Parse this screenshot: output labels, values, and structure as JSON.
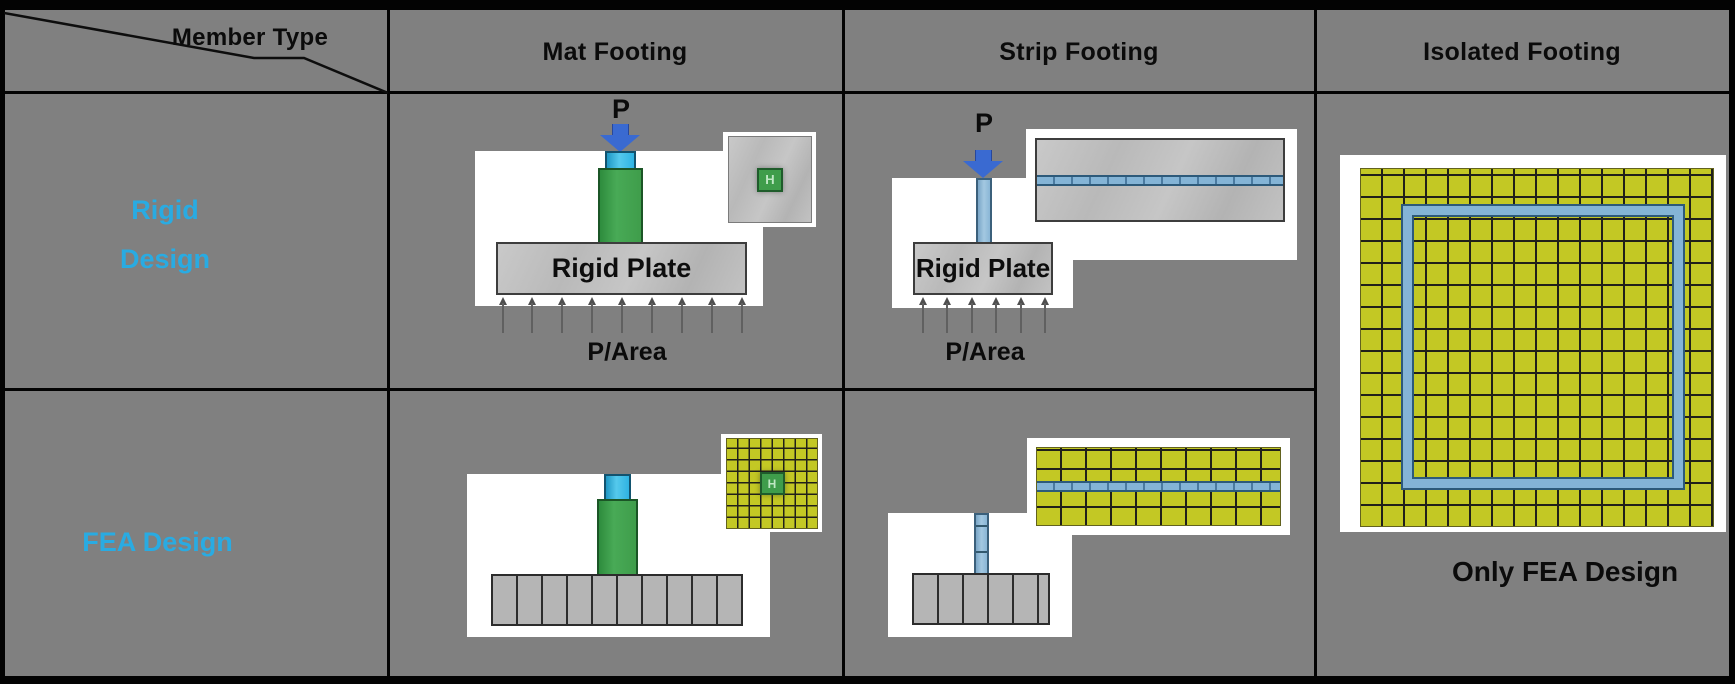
{
  "table": {
    "corner": {
      "label": "Member Type"
    },
    "columns": [
      {
        "label": "Mat Footing"
      },
      {
        "label": "Strip Footing"
      },
      {
        "label": "Isolated Footing"
      }
    ],
    "rows": [
      {
        "line1": "Rigid",
        "line2": "Design"
      },
      {
        "label": "FEA Design"
      }
    ]
  },
  "cells": {
    "mat_rigid": {
      "load_label": "P",
      "plate_label": "Rigid Plate",
      "pressure_label": "P/Area"
    },
    "strip_rigid": {
      "load_label": "P",
      "plate_label": "Rigid Plate",
      "pressure_label": "P/Area"
    },
    "isolated": {
      "note": "Only FEA Design"
    }
  },
  "symbols": {
    "column_section": "H"
  },
  "colors": {
    "table_bg": "#808080",
    "label_accent_cyan": "#29abe2",
    "mesh_yellow": "#c3c824",
    "strip_blue": "#84b4d6",
    "column_green": "#3f9d4b",
    "column_cyan": "#2fb3e2",
    "load_arrow_blue": "#3a6ad1",
    "plate_gray": "#bfbfbf"
  }
}
